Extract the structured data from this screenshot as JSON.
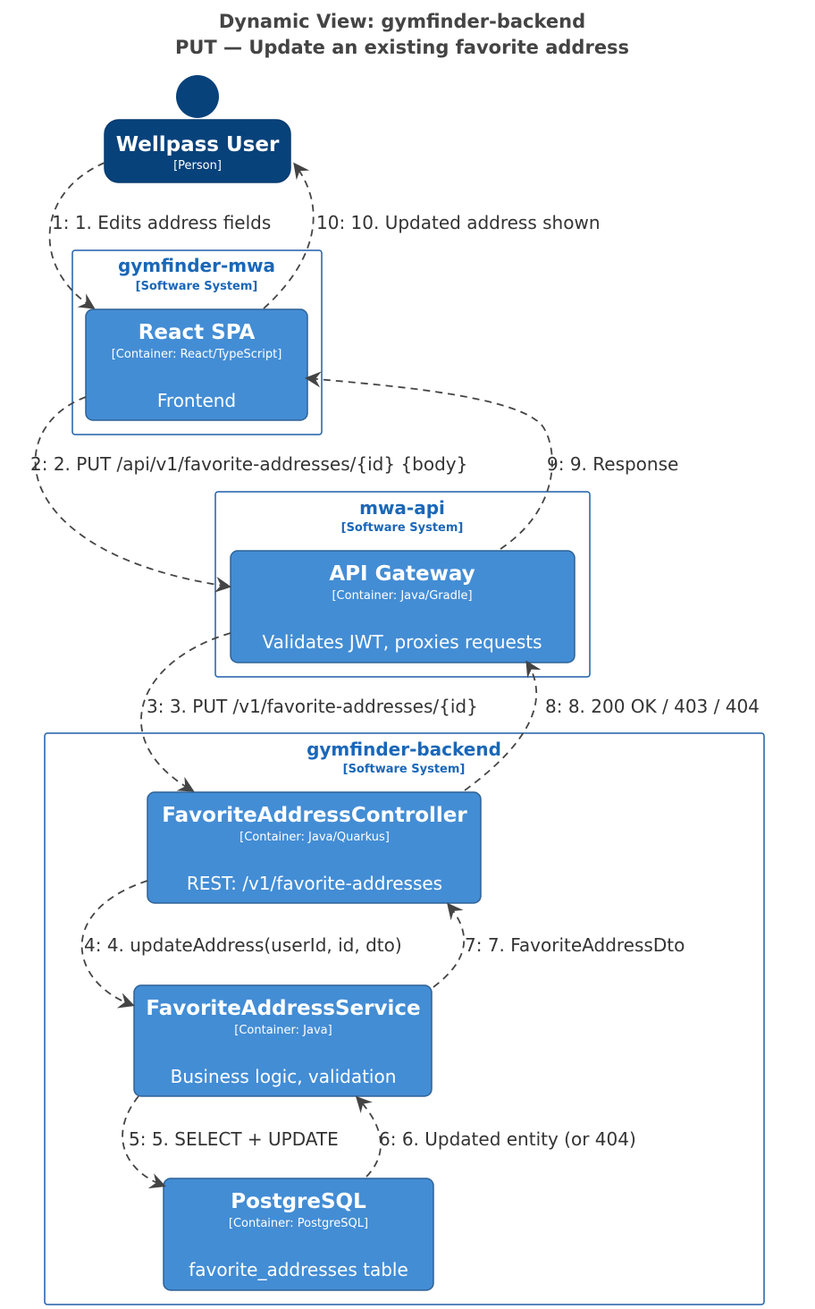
{
  "title": {
    "line1": "Dynamic View: gymfinder-backend",
    "line2": "PUT — Update an existing favorite address"
  },
  "colors": {
    "person": "#08427b",
    "container": "#438dd5",
    "boundary_text": "#1a67b8",
    "arrow": "#444444"
  },
  "person": {
    "name": "Wellpass User",
    "type": "[Person]"
  },
  "boundaries": {
    "mwa": {
      "name": "gymfinder-mwa",
      "type": "[Software System]"
    },
    "api": {
      "name": "mwa-api",
      "type": "[Software System]"
    },
    "backend": {
      "name": "gymfinder-backend",
      "type": "[Software System]"
    }
  },
  "containers": {
    "spa": {
      "name": "React SPA",
      "tech": "[Container: React/TypeScript]",
      "desc": "Frontend"
    },
    "gateway": {
      "name": "API Gateway",
      "tech": "[Container: Java/Gradle]",
      "desc": "Validates JWT, proxies requests"
    },
    "controller": {
      "name": "FavoriteAddressController",
      "tech": "[Container: Java/Quarkus]",
      "desc": "REST: /v1/favorite-addresses"
    },
    "service": {
      "name": "FavoriteAddressService",
      "tech": "[Container: Java]",
      "desc": "Business logic, validation"
    },
    "db": {
      "name": "PostgreSQL",
      "tech": "[Container: PostgreSQL]",
      "desc": "favorite_addresses table"
    }
  },
  "relations": {
    "r1": "1: 1. Edits address fields",
    "r2": "2: 2. PUT /api/v1/favorite-addresses/{id} {body}",
    "r3": "3: 3. PUT /v1/favorite-addresses/{id}",
    "r4": "4: 4. updateAddress(userId, id, dto)",
    "r5": "5: 5. SELECT + UPDATE",
    "r6": "6: 6. Updated entity (or 404)",
    "r7": "7: 7. FavoriteAddressDto",
    "r8": "8: 8. 200 OK / 403 / 404",
    "r9": "9: 9. Response",
    "r10": "10: 10. Updated address shown"
  }
}
